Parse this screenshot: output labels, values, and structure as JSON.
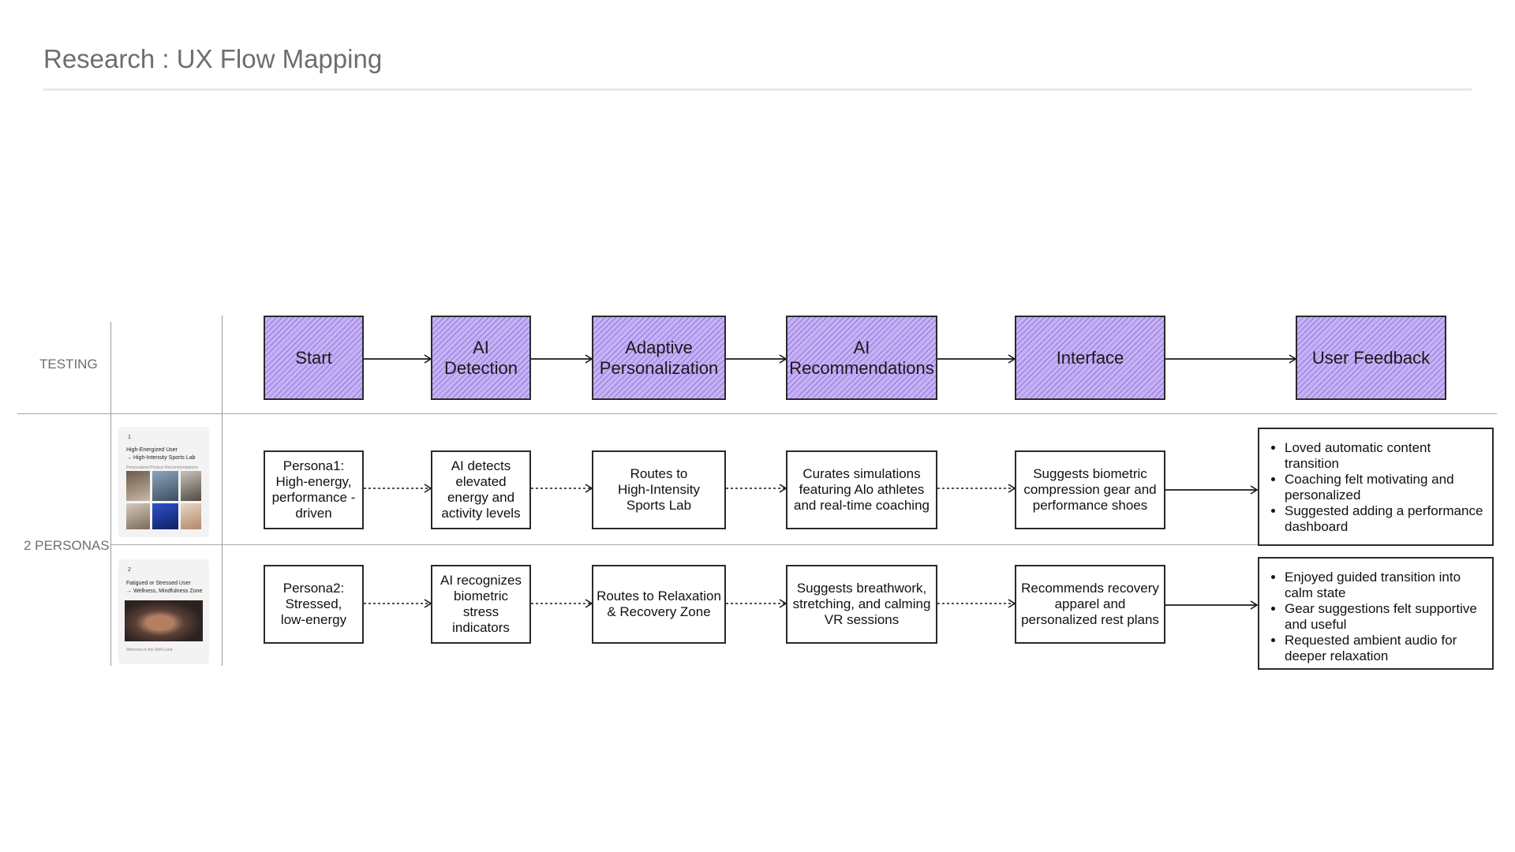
{
  "title": "Research : UX Flow Mapping",
  "row_labels": {
    "testing": "TESTING",
    "personas": "2 PERSONAS"
  },
  "stages": [
    "Start",
    "AI Detection",
    "Adaptive Personalization",
    "AI Recommendations",
    "Interface",
    "User Feedback"
  ],
  "personas": [
    {
      "thumbnail": {
        "number": "1",
        "line1": "High-Energized User",
        "line2": "→ High-Intensity Sports Lab",
        "caption": "Personalized Product Recommendations"
      },
      "steps": [
        "Persona1: High-energy, performance -driven",
        "AI detects elevated energy and activity levels",
        "Routes to High-Intensity Sports Lab",
        "Curates simulations featuring Alo athletes and real-time coaching",
        "Suggests biometric compression gear and performance shoes"
      ],
      "feedback": [
        "Loved automatic content transition",
        "Coaching felt motivating and personalized",
        "Suggested adding a performance dashboard"
      ]
    },
    {
      "thumbnail": {
        "number": "2",
        "line1": "Fatigued or Stressed User",
        "line2": "→ Wellness, Mindfulness Zone",
        "caption": "Welcome to the Well-Lend"
      },
      "steps": [
        "Persona2: Stressed, low-energy",
        "AI recognizes biometric stress indicators",
        "Routes to Relaxation & Recovery Zone",
        "Suggests breathwork, stretching, and calming VR sessions",
        "Recommends recovery apparel and personalized rest plans"
      ],
      "feedback": [
        "Enjoyed guided transition into calm state",
        "Gear suggestions felt supportive and useful",
        "Requested ambient audio for deeper relaxation"
      ]
    }
  ],
  "colors": {
    "stage_fill": "#c5b2f3",
    "stage_hatch": "#6e46d7",
    "border": "#2a2a2a",
    "muted_text": "#6e6e6e"
  }
}
